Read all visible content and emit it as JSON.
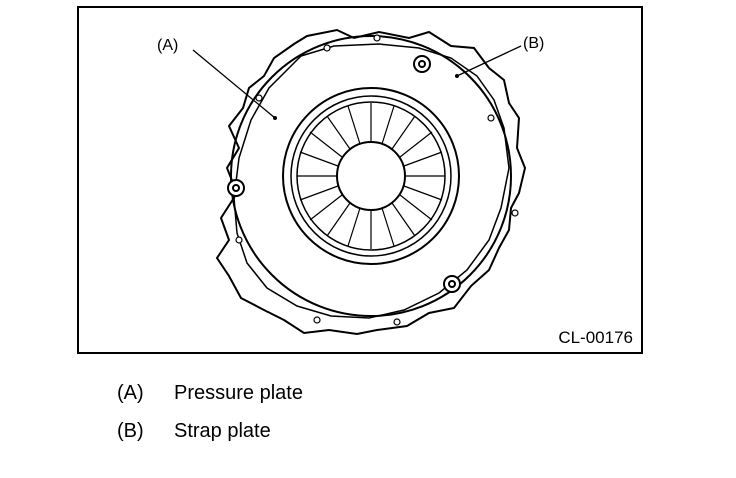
{
  "figure": {
    "callouts": {
      "a": "(A)",
      "b": "(B)"
    },
    "code": "CL-00176"
  },
  "legend": [
    {
      "letter": "(A)",
      "text": "Pressure plate"
    },
    {
      "letter": "(B)",
      "text": "Strap plate"
    }
  ]
}
